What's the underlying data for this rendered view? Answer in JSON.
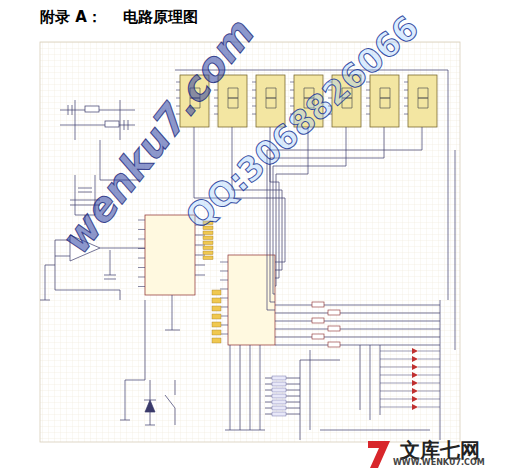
{
  "diagram": {
    "title": "附录 A：    电路原理图",
    "labels": [
      "wenku7.com",
      "QQ:3068826066",
      "文库七网",
      "WWW.WENKU7.COM"
    ]
  }
}
